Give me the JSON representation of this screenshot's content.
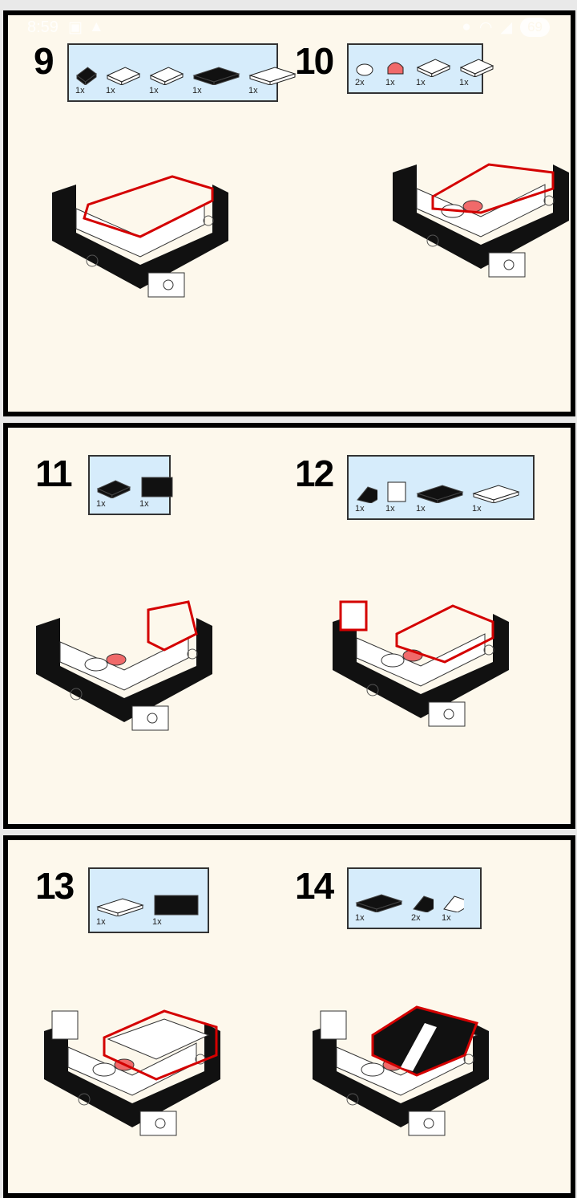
{
  "status_bar": {
    "time": "8:59",
    "battery": "69",
    "icons": [
      "gallery-icon",
      "lock-icon",
      "location-icon",
      "wifi-icon",
      "signal-icon"
    ]
  },
  "colors": {
    "black": "#111111",
    "white": "#ffffff",
    "red": "#f06a6a",
    "highlight": "#d40000",
    "parts_bg": "#d6ecfb",
    "page_bg": "#fdf8ec"
  },
  "steps": [
    {
      "number": "9",
      "parts": [
        {
          "qty": "1x",
          "color": "black",
          "shape": "tile-1x1"
        },
        {
          "qty": "1x",
          "color": "white",
          "shape": "plate-1x2"
        },
        {
          "qty": "1x",
          "color": "white",
          "shape": "plate-1x2-jumper"
        },
        {
          "qty": "1x",
          "color": "black",
          "shape": "plate-2x2"
        },
        {
          "qty": "1x",
          "color": "white",
          "shape": "plate-2x2"
        }
      ]
    },
    {
      "number": "10",
      "parts": [
        {
          "qty": "2x",
          "color": "white",
          "shape": "round-tile"
        },
        {
          "qty": "1x",
          "color": "red",
          "shape": "quarter-tile"
        },
        {
          "qty": "1x",
          "color": "white",
          "shape": "plate-1x2-jumper"
        },
        {
          "qty": "1x",
          "color": "white",
          "shape": "plate-1x2-jumper"
        }
      ]
    },
    {
      "number": "11",
      "parts": [
        {
          "qty": "1x",
          "color": "black",
          "shape": "plate-1x2-round"
        },
        {
          "qty": "1x",
          "color": "black",
          "shape": "brick-1x2"
        }
      ]
    },
    {
      "number": "12",
      "parts": [
        {
          "qty": "1x",
          "color": "black",
          "shape": "slope"
        },
        {
          "qty": "1x",
          "color": "white",
          "shape": "brick-1x1"
        },
        {
          "qty": "1x",
          "color": "black",
          "shape": "plate-1x3"
        },
        {
          "qty": "1x",
          "color": "white",
          "shape": "plate-2x3"
        }
      ]
    },
    {
      "number": "13",
      "parts": [
        {
          "qty": "1x",
          "color": "white",
          "shape": "plate-2x3"
        },
        {
          "qty": "1x",
          "color": "black",
          "shape": "brick-1x3"
        }
      ]
    },
    {
      "number": "14",
      "parts": [
        {
          "qty": "1x",
          "color": "black",
          "shape": "plate-1x3"
        },
        {
          "qty": "2x",
          "color": "black",
          "shape": "slope"
        },
        {
          "qty": "1x",
          "color": "white",
          "shape": "slope"
        }
      ]
    }
  ]
}
